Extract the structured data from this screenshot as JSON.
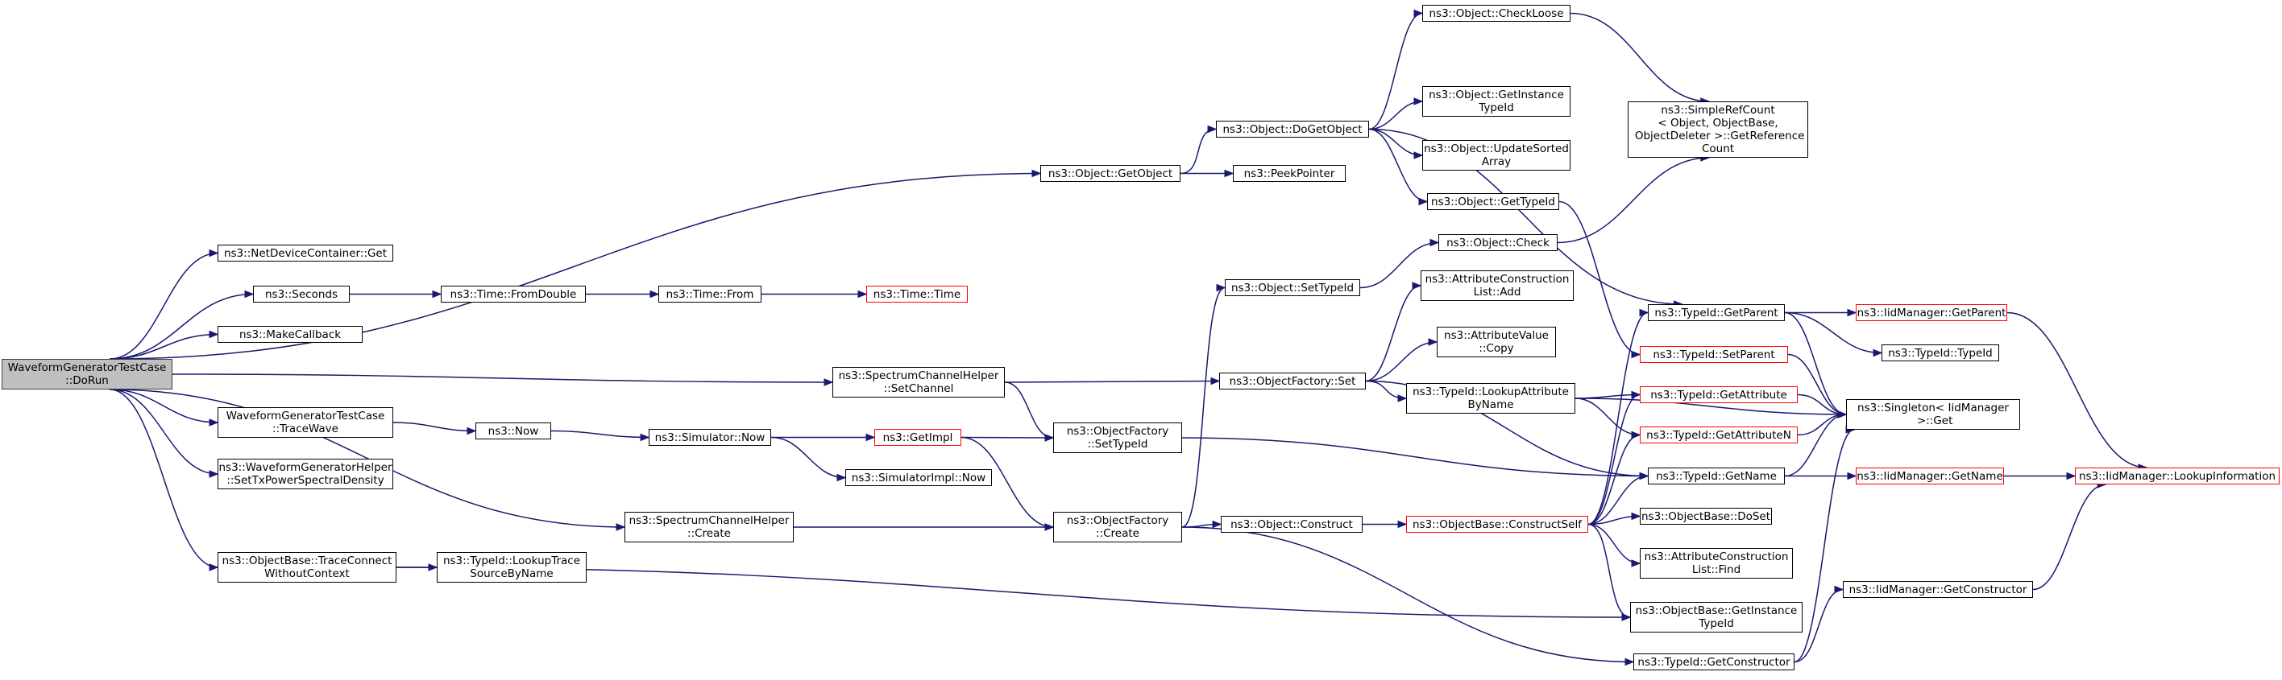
{
  "diagram": {
    "colors": {
      "edge": "#191970",
      "border": "#000000",
      "truncated_border": "#ff0000",
      "root_fill": "#bfbfbf"
    },
    "nodes": [
      {
        "id": "root",
        "label": "WaveformGeneratorTestCase\n::DoRun",
        "kind": "root"
      },
      {
        "id": "getobject",
        "label": "ns3::Object::GetObject",
        "kind": "normal"
      },
      {
        "id": "ndcget",
        "label": "ns3::NetDeviceContainer::Get",
        "kind": "normal"
      },
      {
        "id": "seconds",
        "label": "ns3::Seconds",
        "kind": "normal"
      },
      {
        "id": "makecallback",
        "label": "ns3::MakeCallback",
        "kind": "normal"
      },
      {
        "id": "tracewave",
        "label": "WaveformGeneratorTestCase\n::TraceWave",
        "kind": "normal"
      },
      {
        "id": "settxpsd",
        "label": "ns3::WaveformGeneratorHelper\n::SetTxPowerSpectralDensity",
        "kind": "normal"
      },
      {
        "id": "tracecwc",
        "label": "ns3::ObjectBase::TraceConnect\nWithoutContext",
        "kind": "normal"
      },
      {
        "id": "lookuptrace",
        "label": "ns3::TypeId::LookupTrace\nSourceByName",
        "kind": "normal"
      },
      {
        "id": "fromdouble",
        "label": "ns3::Time::FromDouble",
        "kind": "normal"
      },
      {
        "id": "timefrom",
        "label": "ns3::Time::From",
        "kind": "normal"
      },
      {
        "id": "timetime",
        "label": "ns3::Time::Time",
        "kind": "truncated"
      },
      {
        "id": "now",
        "label": "ns3::Now",
        "kind": "normal"
      },
      {
        "id": "simnow",
        "label": "ns3::Simulator::Now",
        "kind": "normal"
      },
      {
        "id": "getimpl",
        "label": "ns3::GetImpl",
        "kind": "truncated"
      },
      {
        "id": "simimplnow",
        "label": "ns3::SimulatorImpl::Now",
        "kind": "normal"
      },
      {
        "id": "schsetchannel",
        "label": "ns3::SpectrumChannelHelper\n::SetChannel",
        "kind": "normal"
      },
      {
        "id": "schcreate",
        "label": "ns3::SpectrumChannelHelper\n::Create",
        "kind": "normal"
      },
      {
        "id": "ofsettypeid",
        "label": "ns3::ObjectFactory\n::SetTypeId",
        "kind": "normal"
      },
      {
        "id": "ofcreate",
        "label": "ns3::ObjectFactory\n::Create",
        "kind": "normal"
      },
      {
        "id": "ofset",
        "label": "ns3::ObjectFactory::Set",
        "kind": "normal"
      },
      {
        "id": "objsettypeid",
        "label": "ns3::Object::SetTypeId",
        "kind": "normal"
      },
      {
        "id": "objconstruct",
        "label": "ns3::Object::Construct",
        "kind": "normal"
      },
      {
        "id": "dogetobject",
        "label": "ns3::Object::DoGetObject",
        "kind": "normal"
      },
      {
        "id": "peekpointer",
        "label": "ns3::PeekPointer",
        "kind": "normal"
      },
      {
        "id": "checkloose",
        "label": "ns3::Object::CheckLoose",
        "kind": "normal"
      },
      {
        "id": "objgetinstance",
        "label": "ns3::Object::GetInstance\nTypeId",
        "kind": "normal"
      },
      {
        "id": "updatesorted",
        "label": "ns3::Object::UpdateSorted\nArray",
        "kind": "normal"
      },
      {
        "id": "objgettypeid",
        "label": "ns3::Object::GetTypeId",
        "kind": "normal"
      },
      {
        "id": "objcheck",
        "label": "ns3::Object::Check",
        "kind": "normal"
      },
      {
        "id": "aclistadd",
        "label": "ns3::AttributeConstruction\nList::Add",
        "kind": "normal"
      },
      {
        "id": "avcopy",
        "label": "ns3::AttributeValue\n::Copy",
        "kind": "normal"
      },
      {
        "id": "lookupattr",
        "label": "ns3::TypeId::LookupAttribute\nByName",
        "kind": "normal"
      },
      {
        "id": "constructself",
        "label": "ns3::ObjectBase::ConstructSelf",
        "kind": "truncated"
      },
      {
        "id": "simplerefcount",
        "label": "ns3::SimpleRefCount\n< Object, ObjectBase,\n ObjectDeleter >::GetReference\nCount",
        "kind": "normal"
      },
      {
        "id": "tidgetparent",
        "label": "ns3::TypeId::GetParent",
        "kind": "normal"
      },
      {
        "id": "tidsetparent",
        "label": "ns3::TypeId::SetParent",
        "kind": "truncated"
      },
      {
        "id": "tidgetattr",
        "label": "ns3::TypeId::GetAttribute",
        "kind": "truncated"
      },
      {
        "id": "tidgetattrn",
        "label": "ns3::TypeId::GetAttributeN",
        "kind": "truncated"
      },
      {
        "id": "tidgetname",
        "label": "ns3::TypeId::GetName",
        "kind": "normal"
      },
      {
        "id": "obdoset",
        "label": "ns3::ObjectBase::DoSet",
        "kind": "normal"
      },
      {
        "id": "aclistfind",
        "label": "ns3::AttributeConstruction\nList::Find",
        "kind": "normal"
      },
      {
        "id": "obgetinstance",
        "label": "ns3::ObjectBase::GetInstance\nTypeId",
        "kind": "normal"
      },
      {
        "id": "tidgetconstructor",
        "label": "ns3::TypeId::GetConstructor",
        "kind": "normal"
      },
      {
        "id": "iidgetparent",
        "label": "ns3::IidManager::GetParent",
        "kind": "truncated"
      },
      {
        "id": "tidtypeid",
        "label": "ns3::TypeId::TypeId",
        "kind": "normal"
      },
      {
        "id": "singletonget",
        "label": "ns3::Singleton< IidManager\n >::Get",
        "kind": "normal"
      },
      {
        "id": "iidgetname",
        "label": "ns3::IidManager::GetName",
        "kind": "truncated"
      },
      {
        "id": "iidgetconstructor",
        "label": "ns3::IidManager::GetConstructor",
        "kind": "normal"
      },
      {
        "id": "iidlookup",
        "label": "ns3::IidManager::LookupInformation",
        "kind": "truncated"
      }
    ]
  }
}
